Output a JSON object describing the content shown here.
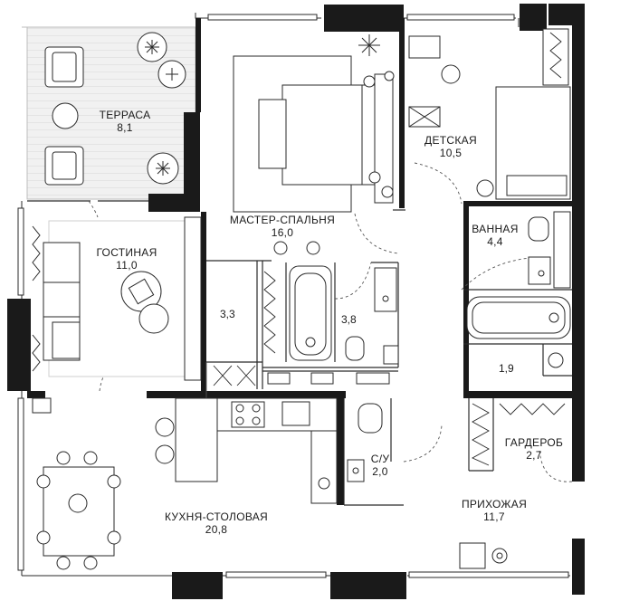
{
  "rooms": {
    "terrace": {
      "name": "ТЕРРАСА",
      "area": "8,1"
    },
    "master_bedroom": {
      "name": "МАСТЕР-СПАЛЬНЯ",
      "area": "16,0"
    },
    "kids_room": {
      "name": "ДЕТСКАЯ",
      "area": "10,5"
    },
    "living_room": {
      "name": "ГОСТИНАЯ",
      "area": "11,0"
    },
    "bathroom": {
      "name": "ВАННАЯ",
      "area": "4,4"
    },
    "kitchen_dining": {
      "name": "КУХНЯ-СТОЛОВАЯ",
      "area": "20,8"
    },
    "wc": {
      "name": "С/У",
      "area": "2,0"
    },
    "hallway": {
      "name": "ПРИХОЖАЯ",
      "area": "11,7"
    },
    "wardrobe": {
      "name": "ГАРДЕРОБ",
      "area": "2,7"
    },
    "master_closet": {
      "area": "3,3"
    },
    "master_bath": {
      "area": "3,8"
    },
    "storage": {
      "area": "1,9"
    }
  },
  "colors": {
    "wall": "#1a1a1a",
    "line": "#2a2a2a",
    "terrace_fill": "#efefef",
    "window": "#ffffff"
  }
}
